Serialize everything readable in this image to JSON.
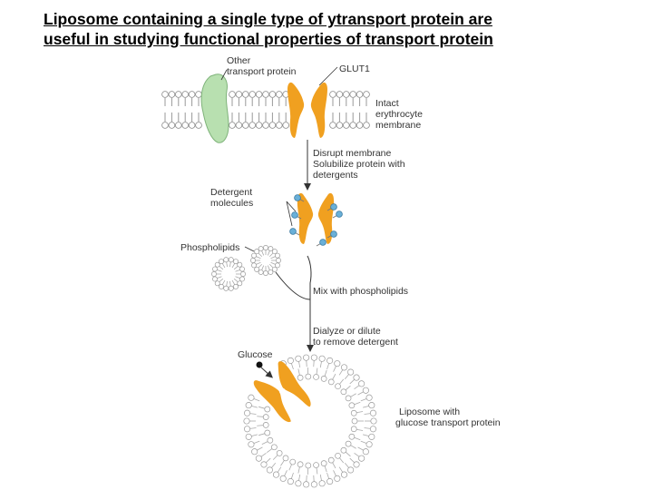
{
  "slide": {
    "title_line1": "Liposome containing a single type of ytransport protein are",
    "title_line2": "useful in studying functional properties of transport protein"
  },
  "figure": {
    "labels": {
      "other_transport_protein_1": "Other",
      "other_transport_protein_2": "transport protein",
      "glut1": "GLUT1",
      "intact_1": "Intact",
      "intact_2": "erythrocyte",
      "intact_3": "membrane",
      "step1_1": "Disrupt membrane",
      "step1_2": "Solubilize protein with",
      "step1_3": "detergents",
      "detergent_1": "Detergent",
      "detergent_2": "molecules",
      "phospholipids": "Phospholipids",
      "step2": "Mix with phospholipids",
      "step3_1": "Dialyze or dilute",
      "step3_2": "to remove detergent",
      "glucose": "Glucose",
      "liposome_1": "Liposome with",
      "liposome_2": "glucose transport protein"
    },
    "colors": {
      "glut1_protein": "#f0a020",
      "other_protein": "#b8e0b0",
      "phospholipid_head": "#ffffff",
      "detergent_head": "#6ab0d8"
    }
  }
}
